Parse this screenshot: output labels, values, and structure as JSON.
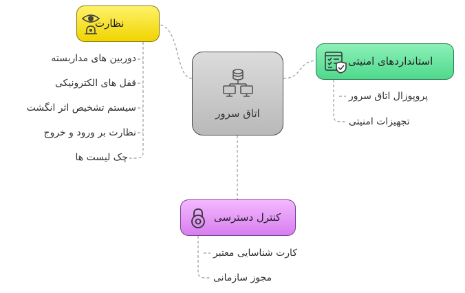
{
  "center": {
    "label": "اتاق سرور",
    "icon": "server-network-icon"
  },
  "branches": {
    "monitoring": {
      "label": "نظارت",
      "icon": "eye-alarm-icon",
      "color": "#f7e130",
      "children": [
        "دوربین های مداربسته",
        "قفل های الکترونیکی",
        "سیستم تشخیص اثر انگشت",
        "نظارت بر ورود و خروج",
        "چک لیست ها"
      ]
    },
    "standards": {
      "label": "استانداردهای امنیتی",
      "icon": "checklist-shield-icon",
      "color": "#5ee29a",
      "children": [
        "پروپوزال اتاق سرور",
        "تجهیزات امنیتی"
      ]
    },
    "access": {
      "label": "کنترل دسترسی",
      "icon": "padlock-icon",
      "color": "#e29af7",
      "children": [
        "کارت شناسایی معتبر",
        "مجوز سازمانی"
      ]
    }
  }
}
